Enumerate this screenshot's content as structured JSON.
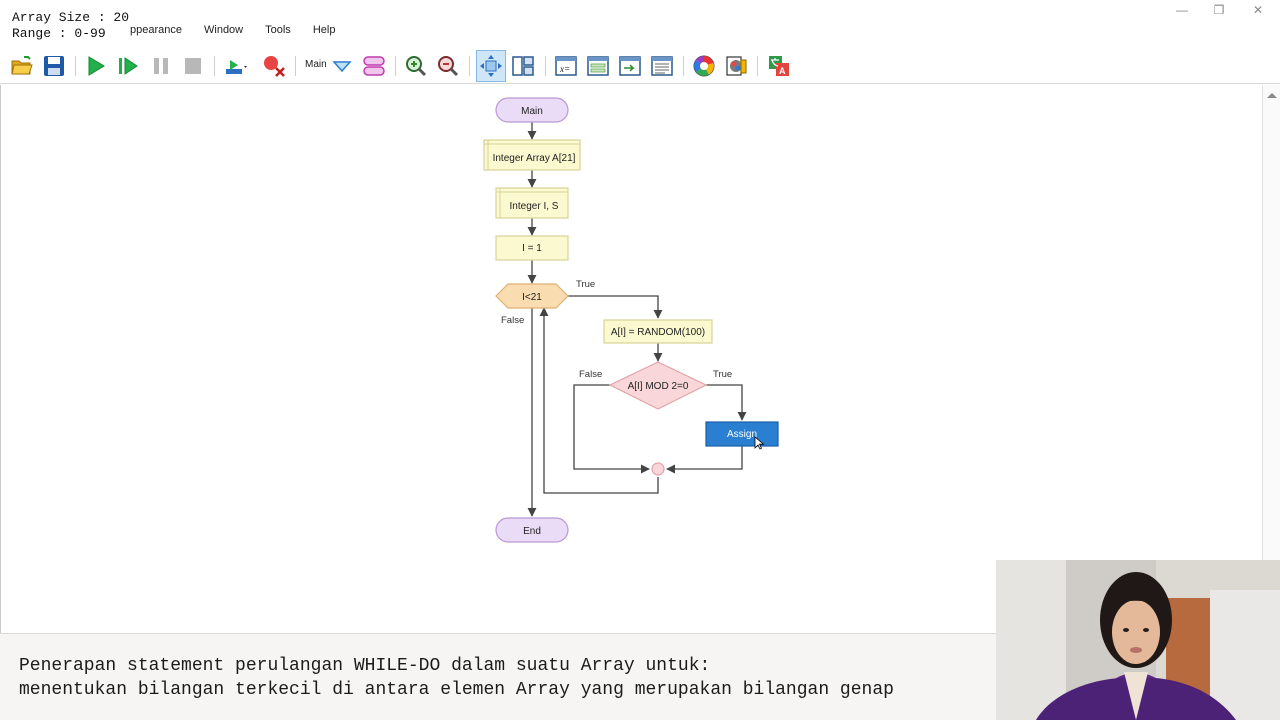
{
  "overlay": {
    "array_size": "Array Size : 20",
    "range": "Range : 0-99"
  },
  "menu": {
    "items": [
      "ppearance",
      "Window",
      "Tools",
      "Help"
    ]
  },
  "toolbar": {
    "function_select": "Main",
    "icons": [
      "open-folder-icon",
      "save-icon",
      "run-icon",
      "step-icon",
      "pause-icon",
      "stop-icon",
      "execute-options-icon",
      "clear-breakpoints-icon",
      "function-dropdown-icon",
      "toggle-shape-icon",
      "zoom-in-icon",
      "zoom-out-icon",
      "fit-view-icon",
      "layout-icon",
      "variables-window-icon",
      "output-window-icon",
      "console-icon",
      "watch-icon",
      "color-icon",
      "style-icon",
      "translate-icon"
    ]
  },
  "flowchart": {
    "start": "Main",
    "declare_array": "Integer Array A[21]",
    "declare_vars": "Integer I, S",
    "assign_i": "I = 1",
    "loop_condition": "I<21",
    "loop_true": "True",
    "loop_false": "False",
    "assign_random": "A[I] = RANDOM(100)",
    "if_condition": "A[I] MOD 2=0",
    "if_true": "True",
    "if_false": "False",
    "assign_block": "Assign",
    "end": "End"
  },
  "caption": {
    "line1": "Penerapan statement perulangan WHILE-DO dalam suatu Array untuk:",
    "line2": "menentukan bilangan terkecil di antara elemen Array yang merupakan bilangan genap"
  },
  "colors": {
    "terminal_fill": "#eadcf7",
    "terminal_stroke": "#b99ad4",
    "process_fill": "#fbf9cf",
    "process_stroke": "#d8d39a",
    "loop_fill": "#f9dcb0",
    "decision_fill": "#f8d6d9",
    "selected_fill": "#2a7fd0",
    "edge": "#444444"
  }
}
